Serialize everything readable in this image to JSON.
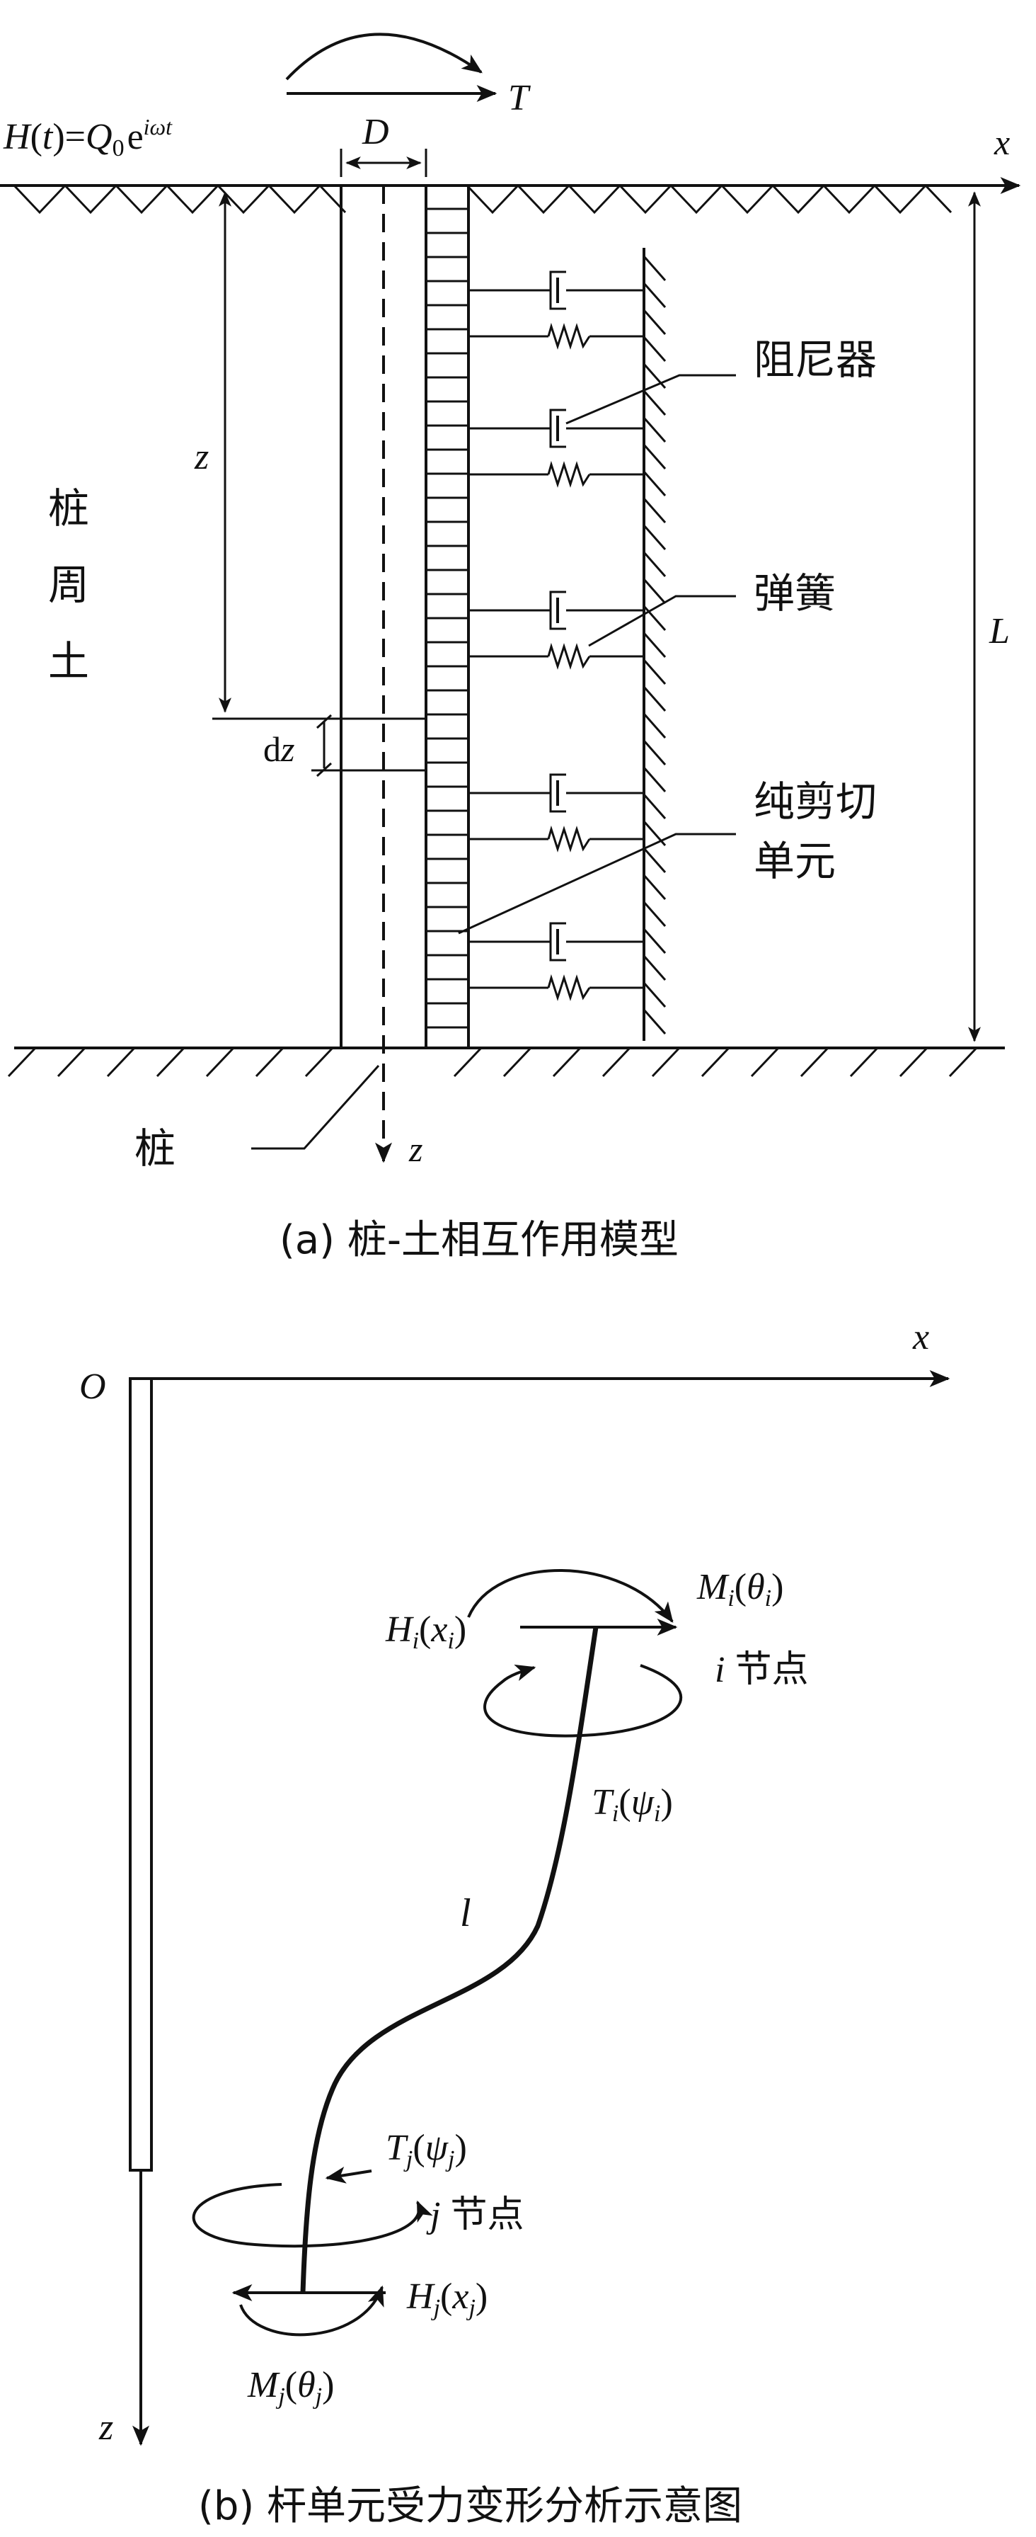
{
  "panel_a": {
    "caption": "(a)  桩-土相互作用模型",
    "load_text": {
      "H": "H",
      "t": "t",
      "eq": "=",
      "Q": "Q",
      "zero": "0",
      "e": "e",
      "iw": "iωt"
    },
    "torque_label": "T",
    "diameter_label": "D",
    "x_label": "x",
    "z_label": "z",
    "depth_label": "z",
    "dz_label": "dz",
    "length_label": "L",
    "soil_label": [
      "桩",
      "周",
      "土"
    ],
    "damper_label": "阻尼器",
    "spring_label": "弹簧",
    "shear_label": [
      "纯剪切",
      "单元"
    ],
    "pile_label": "桩"
  },
  "panel_b": {
    "caption": "(b)  杆单元受力变形分析示意图",
    "origin_label": "O",
    "x_label": "x",
    "z_label": "z",
    "element_label": "l",
    "node_i": {
      "index": "i",
      "label": "节点",
      "M": "M",
      "theta": "θ",
      "H": "H",
      "x": "x",
      "T": "T",
      "psi": "ψ"
    },
    "node_j": {
      "index": "j",
      "label": "节点",
      "M": "M",
      "theta": "θ",
      "H": "H",
      "x": "x",
      "T": "T",
      "psi": "ψ"
    }
  }
}
